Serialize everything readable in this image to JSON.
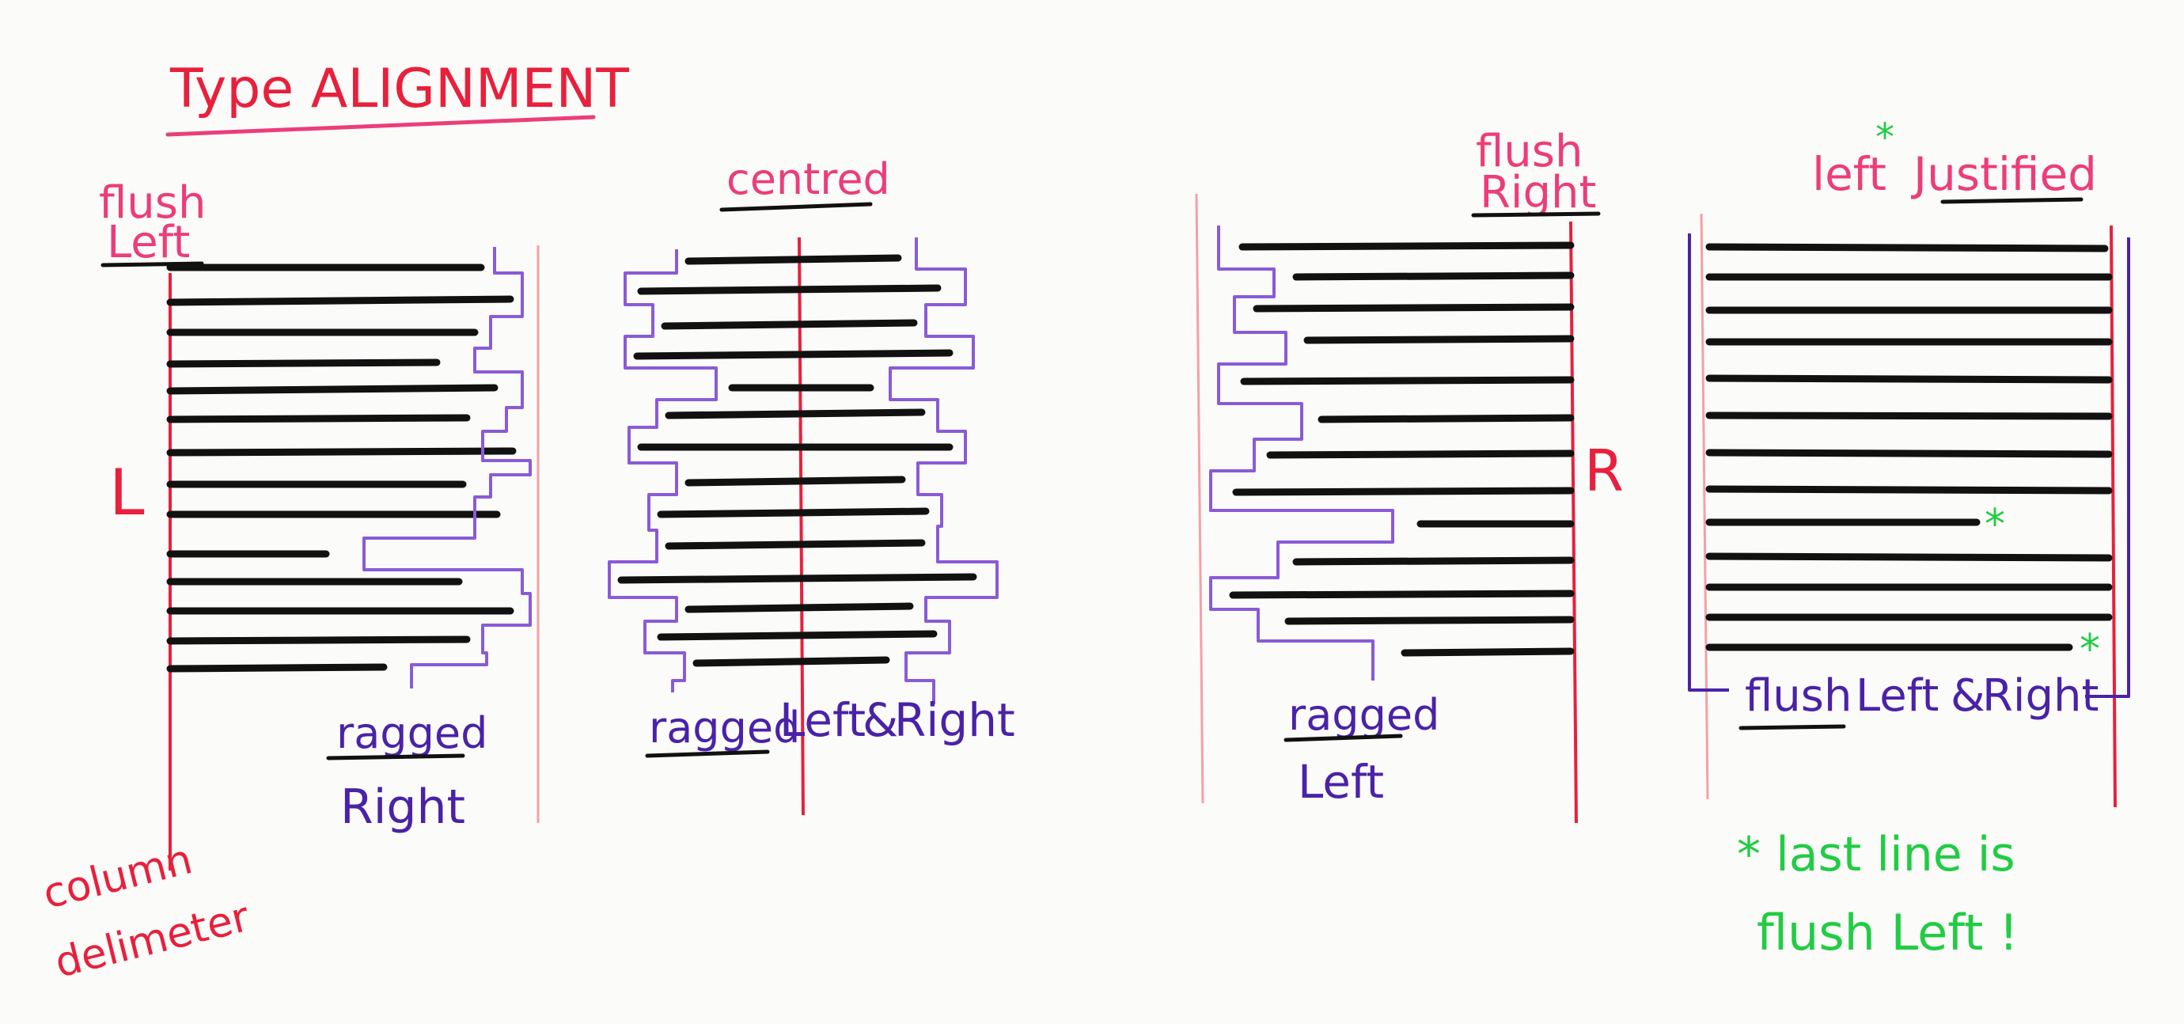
{
  "title": "Type ALIGNMENT",
  "colors": {
    "board": "#fbfbf9",
    "red": "#e8203c",
    "pink": "#ec3d7a",
    "purple": "#4a22a8",
    "purple_outline": "#8a5bd6",
    "green": "#22cc44",
    "text_lines": "#111111"
  },
  "labels": {
    "flush_left_1": "flush",
    "flush_left_2": "Left",
    "big_L": "L",
    "column_delimiter_1": "column",
    "column_delimiter_2": "delimeter",
    "ragged_right_1": "ragged",
    "ragged_right_2": "Right",
    "centred": "centred",
    "ragged_left_right_1": "ragged",
    "ragged_left_right_2": "Left",
    "ragged_left_right_amp": "&",
    "ragged_left_right_3": "Right",
    "flush_right_1": "flush",
    "flush_right_2": "Right",
    "big_R": "R",
    "ragged_left_1": "ragged",
    "ragged_left_2": "Left",
    "left_justified_1": "left",
    "left_justified_2": "Justified",
    "asterisk": "*",
    "flush_lr_1": "flush",
    "flush_lr_2": "Left",
    "flush_lr_amp": "&",
    "flush_lr_3": "Right",
    "note_1": "* last line is",
    "note_2": "flush Left !"
  }
}
